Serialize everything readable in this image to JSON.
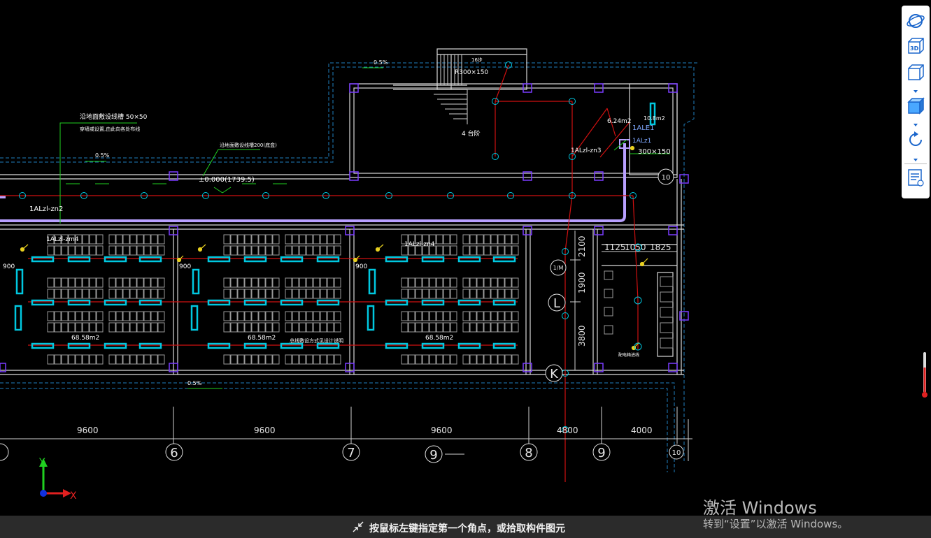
{
  "toolbar": {
    "buttons": [
      {
        "name": "orbit",
        "label": ""
      },
      {
        "name": "view-3d",
        "label": "3D"
      },
      {
        "name": "view-cube",
        "label": ""
      },
      {
        "name": "shade-cube",
        "label": ""
      },
      {
        "name": "rotate",
        "label": ""
      },
      {
        "name": "properties",
        "label": ""
      }
    ]
  },
  "drawing": {
    "grid_labels_bottom": [
      "6",
      "7",
      "9",
      "8",
      "9",
      "10"
    ],
    "grid_labels_right": [
      "1/M",
      "L",
      "K",
      "10"
    ],
    "dimensions_bottom": [
      "9600",
      "9600",
      "9600",
      "4800",
      "4000"
    ],
    "dimensions_right": [
      "2100",
      "1900",
      "3800"
    ],
    "dimensions_top_right": [
      "1125",
      "1050",
      "1825"
    ],
    "room_areas": [
      "68.58m2",
      "68.58m2",
      "68.58m2",
      "6.24m2"
    ],
    "labels": {
      "slope": "0.5%",
      "elevation": "±0.000(1739.5)",
      "stair": "R300×150",
      "stair_up": "16步",
      "stair_no": "4 台阶",
      "circuit_1": "1ALzl-zn2",
      "circuit_2": "1ALzl-zm4",
      "circuit_3": "1ALzl-zn4",
      "circuit_4": "1ALzl-zn3",
      "ale": "1ALE1",
      "ale_sub": "1ALz1",
      "cable_tray": "300×150",
      "cable_note_top": "沿地面敷设线槽 50×50",
      "cable_note_top2": "穿墙或设置,由此向各处布线",
      "cable_note_mid": "沿地面敷设线槽200(底盒)",
      "door_width": "900",
      "area_small": "10.8m2",
      "distribution_note": "总线敷设方式见设计说明",
      "room_note": "配电箱进线"
    }
  },
  "axis": {
    "x_label": "X",
    "y_label": "Y"
  },
  "status": {
    "message": "按鼠标左键指定第一个角点，或拾取构件图元"
  },
  "watermark": {
    "line1": "激活 Windows",
    "line2": "转到“设置”以激活 Windows。"
  },
  "colors": {
    "background": "#000000",
    "wall": "#e0e0e0",
    "dashed_outline": "#1f7fbf",
    "circuit": "#d01010",
    "cyan": "#00c8e0",
    "purple": "#b8a0ff",
    "column": "#7a3cff",
    "green": "#20d020"
  }
}
